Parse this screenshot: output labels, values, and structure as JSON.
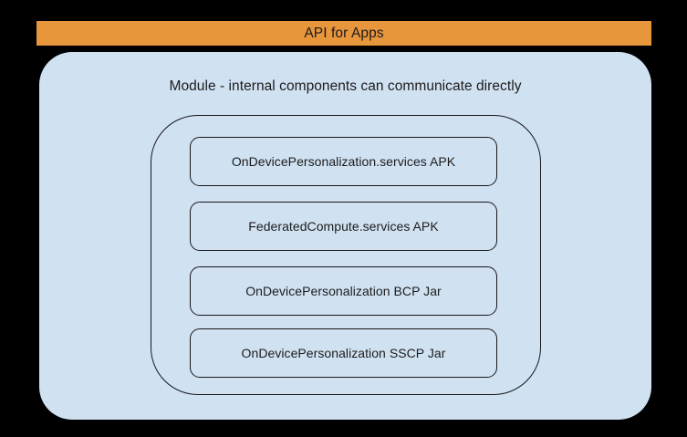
{
  "diagram": {
    "title": "OnDevicePersonalization module architecture",
    "background_color": "#000000",
    "banner": {
      "label": "API for Apps",
      "color": "#e8963c",
      "text_color": "#1b1b1b"
    },
    "module_panel": {
      "caption": "Module - internal components can communicate directly",
      "fill_color": "#d0e1f2",
      "text_color": "#1c1c1c"
    },
    "component_group": {
      "name": "internal-components-group",
      "stroke_color": "#17171b",
      "components": [
        {
          "label": "OnDevicePersonalization.services APK",
          "kind": "apk"
        },
        {
          "label": "FederatedCompute.services APK",
          "kind": "apk"
        },
        {
          "label": "OnDevicePersonalization BCP Jar",
          "kind": "jar"
        },
        {
          "label": "OnDevicePersonalization SSCP Jar",
          "kind": "jar"
        }
      ]
    }
  }
}
